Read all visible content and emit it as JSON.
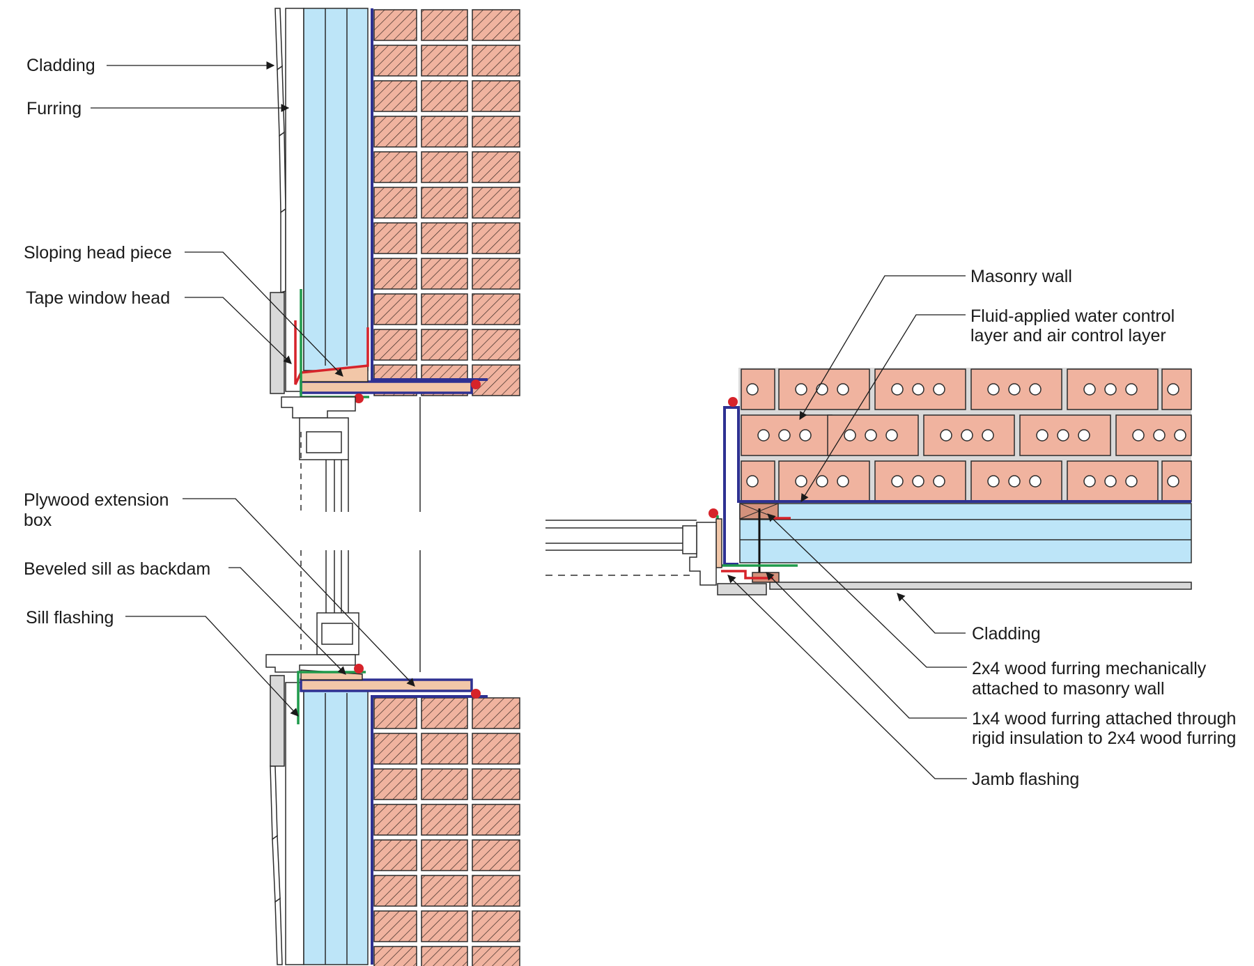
{
  "labels": {
    "cladding_section": "Cladding",
    "furring": "Furring",
    "sloping_head_piece": "Sloping head piece",
    "tape_window_head": "Tape window head",
    "plywood_extension_box_line1": "Plywood extension",
    "plywood_extension_box_line2": "box",
    "beveled_sill": "Beveled sill as backdam",
    "sill_flashing": "Sill flashing",
    "masonry_wall": "Masonry wall",
    "fluid_applied_line1": "Fluid-applied water control",
    "fluid_applied_line2": "layer and air control layer",
    "cladding_plan": "Cladding",
    "furring_2x4_line1": "2x4 wood furring mechanically",
    "furring_2x4_line2": "attached to masonry wall",
    "furring_1x4_line1": "1x4 wood furring attached through",
    "furring_1x4_line2": "rigid insulation to 2x4 wood furring",
    "jamb_flashing": "Jamb flashing"
  },
  "colors": {
    "brick": "#f0b39f",
    "brick_outline": "#2b2b2b",
    "insulation": "#bde5f8",
    "air_barrier": "#2e3192",
    "flashing_green": "#1f9a4b",
    "tape_red": "#d6232a",
    "wood": "#f2c7a8",
    "cladding_grey": "#d9d9d9",
    "leader": "#1a1a1a"
  }
}
